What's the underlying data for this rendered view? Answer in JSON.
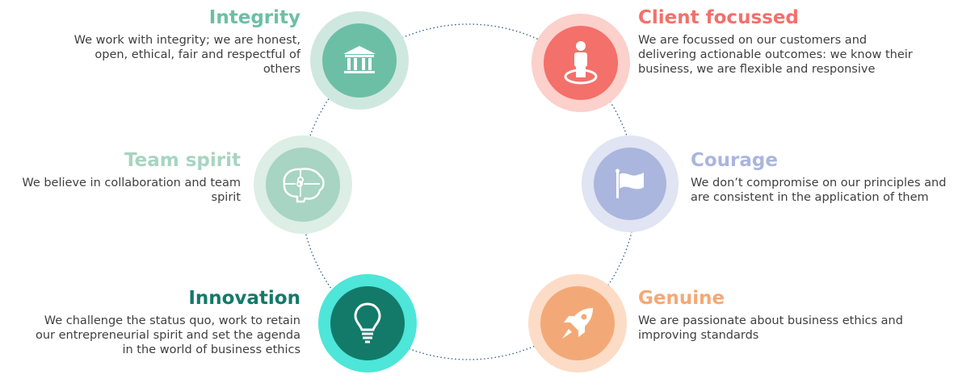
{
  "values": [
    {
      "key": "integrity",
      "title": "Integrity",
      "description": "We work with integrity; we are honest, open, ethical, fair and respectful of others",
      "icon": "bank-icon",
      "color": "#6cbfa4",
      "halo": "#cfe8df"
    },
    {
      "key": "client",
      "title": "Client focussed",
      "description": "We are focussed on our customers and delivering actionable outcomes: we know their business, we are flexible and responsive",
      "icon": "person-target-icon",
      "color": "#f4706a",
      "halo": "#fcd0cb"
    },
    {
      "key": "team",
      "title": "Team spirit",
      "description": "We believe in collaboration and team spirit",
      "icon": "puzzle-brain-icon",
      "color": "#a7d4c3",
      "halo": "#dceee6"
    },
    {
      "key": "courage",
      "title": "Courage",
      "description": "We don’t compromise on our principles and are consistent in the application of them",
      "icon": "flag-icon",
      "color": "#aab6dd",
      "halo": "#e0e4f3"
    },
    {
      "key": "innovation",
      "title": "Innovation",
      "description": "We challenge the status quo, work to retain our entrepreneurial spirit and set the agenda in the world of business ethics",
      "icon": "lightbulb-icon",
      "color": "#137a6a",
      "halo": "#4de6d9"
    },
    {
      "key": "genuine",
      "title": "Genuine",
      "description": "We are passionate about business ethics and improving standards",
      "icon": "rocket-icon",
      "color": "#f3a977",
      "halo": "#fcdcc6"
    }
  ]
}
